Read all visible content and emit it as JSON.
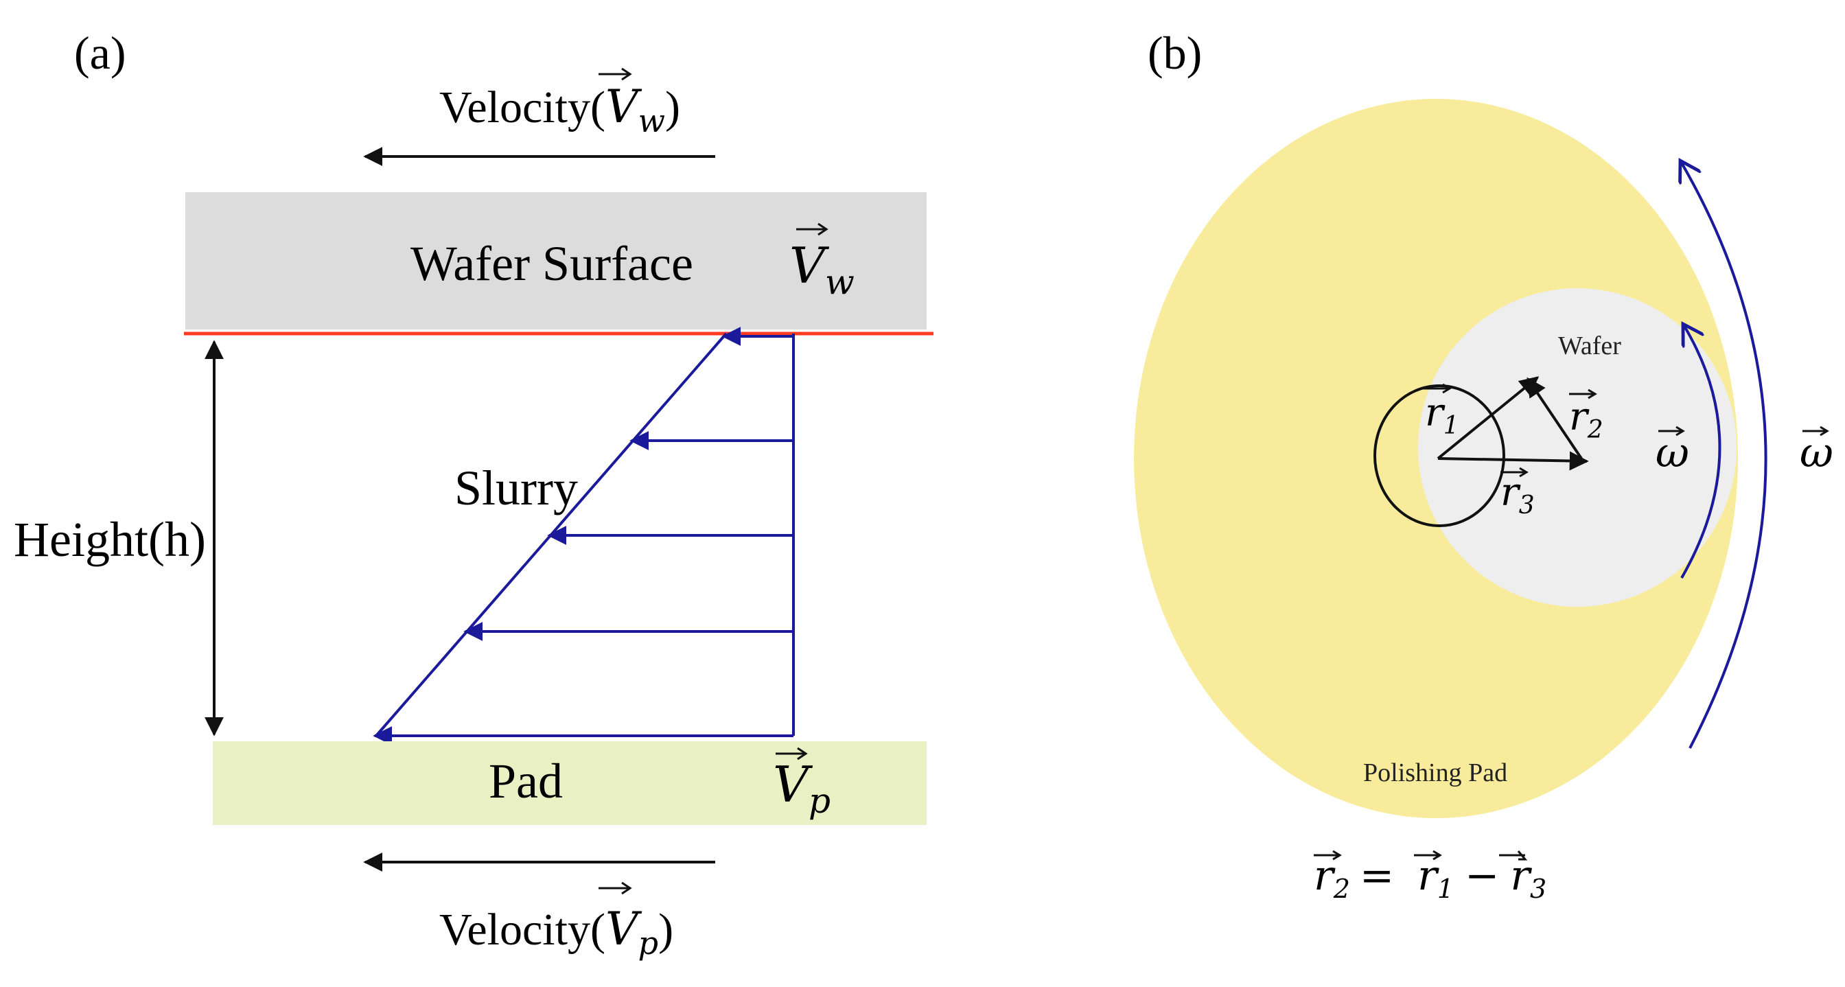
{
  "panel_a": {
    "label": "(a)",
    "velocity_w": {
      "prefix": "Velocity(",
      "symbol": "V",
      "sub": "w",
      "suffix": ")"
    },
    "wafer_surface": "Wafer Surface",
    "vw": {
      "symbol": "V",
      "sub": "w"
    },
    "slurry": "Slurry",
    "height": "Height(h)",
    "pad": "Pad",
    "vp": {
      "symbol": "V",
      "sub": "p"
    },
    "velocity_p": {
      "prefix": "Velocity(",
      "symbol": "V",
      "sub": "p",
      "suffix": ")"
    },
    "colors": {
      "wafer": "#dcdcdc",
      "pad": "#e9f0c4",
      "interface": "#ff3b1f",
      "profile": "#1a1a9a",
      "arrow": "#111111"
    }
  },
  "panel_b": {
    "label": "(b)",
    "wafer": "Wafer",
    "polishing_pad": "Polishing Pad",
    "r1": {
      "symbol": "r",
      "sub": "1"
    },
    "r2": {
      "symbol": "r",
      "sub": "2"
    },
    "r3": {
      "symbol": "r",
      "sub": "3"
    },
    "omega_inner": "ω",
    "omega_outer": "ω",
    "equation": {
      "lhs": {
        "symbol": "r",
        "sub": "2"
      },
      "eq": "=",
      "a": {
        "symbol": "r",
        "sub": "1"
      },
      "minus": "−",
      "b": {
        "symbol": "r",
        "sub": "3"
      }
    },
    "colors": {
      "pad": "#f8ec9c",
      "wafer": "#eeeeee",
      "rotation": "#1a1a9a",
      "vector": "#111111"
    }
  }
}
